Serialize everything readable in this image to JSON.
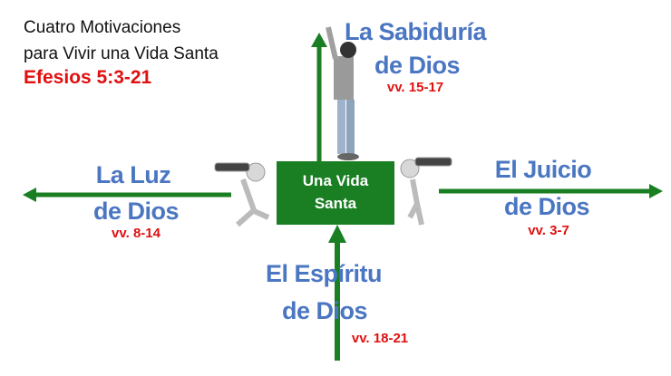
{
  "title": {
    "line1": "Cuatro Motivaciones",
    "line2": "para Vivir una Vida Santa",
    "reference": "Efesios 5:3-21"
  },
  "center": {
    "line1": "Una Vida",
    "line2": "Santa"
  },
  "branches": {
    "top": {
      "line1": "La Sabiduría",
      "line2": "de Dios",
      "verses": "vv. 15-17"
    },
    "left": {
      "line1": "La Luz",
      "line2": "de Dios",
      "verses": "vv. 8-14"
    },
    "right": {
      "line1": "El Juicio",
      "line2": "de Dios",
      "verses": "vv. 3-7"
    },
    "bottom": {
      "line1": "El Espíritu",
      "line2": "de Dios",
      "verses": "vv. 18-21"
    }
  },
  "colors": {
    "green": "#1a7f22",
    "blue": "#4a76c2",
    "red": "#e01010"
  }
}
